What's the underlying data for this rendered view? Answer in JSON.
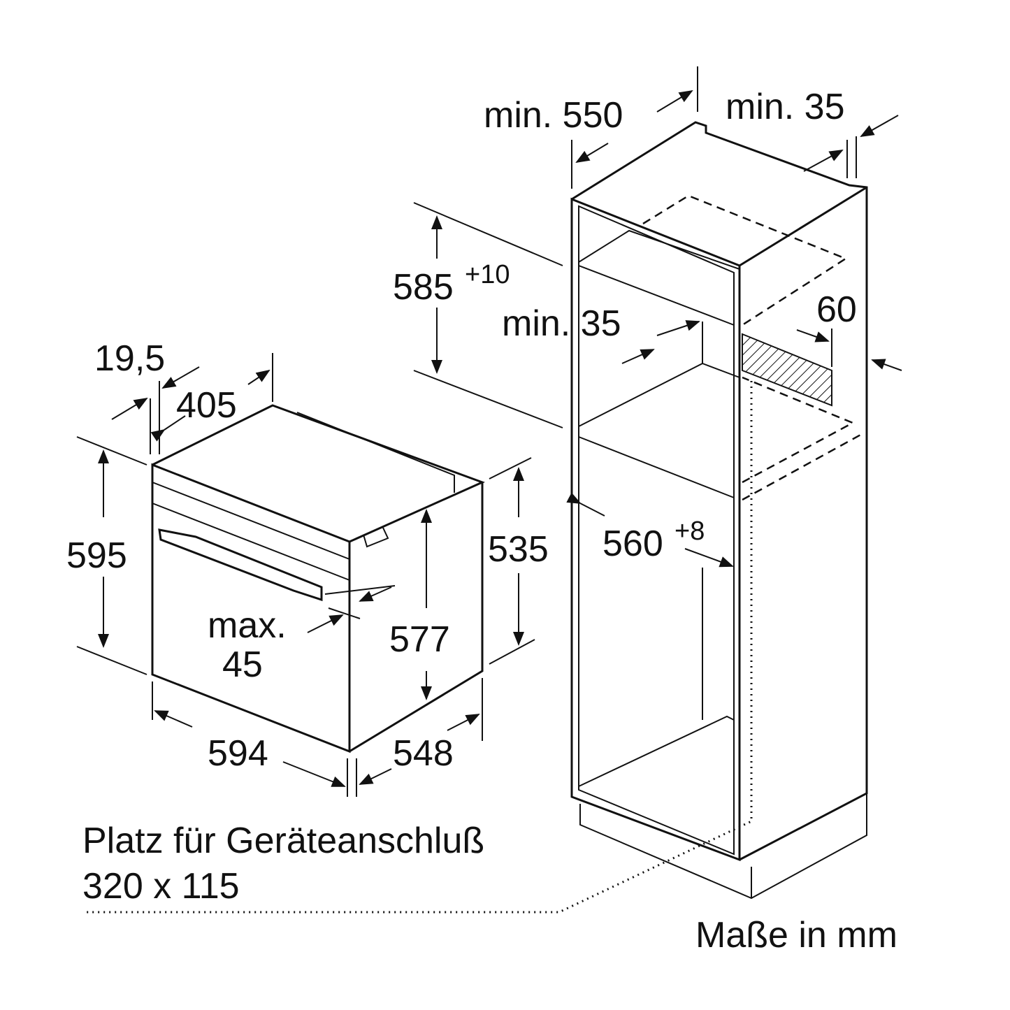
{
  "labels": {
    "min_550": "min. 550",
    "min_35_top": "min. 35",
    "h585": "585",
    "h585_tol": "+10",
    "min_35_mid": "min. 35",
    "d60": "60",
    "d19_5": "19,5",
    "d405": "405",
    "d595": "595",
    "d535": "535",
    "d577": "577",
    "max": "max.",
    "d45": "45",
    "d594": "594",
    "d548": "548",
    "d560": "560",
    "d560_tol": "+8",
    "platz": "Platz für Geräteanschluß",
    "platz_size": "320 x 115",
    "units": "Maße in mm"
  }
}
